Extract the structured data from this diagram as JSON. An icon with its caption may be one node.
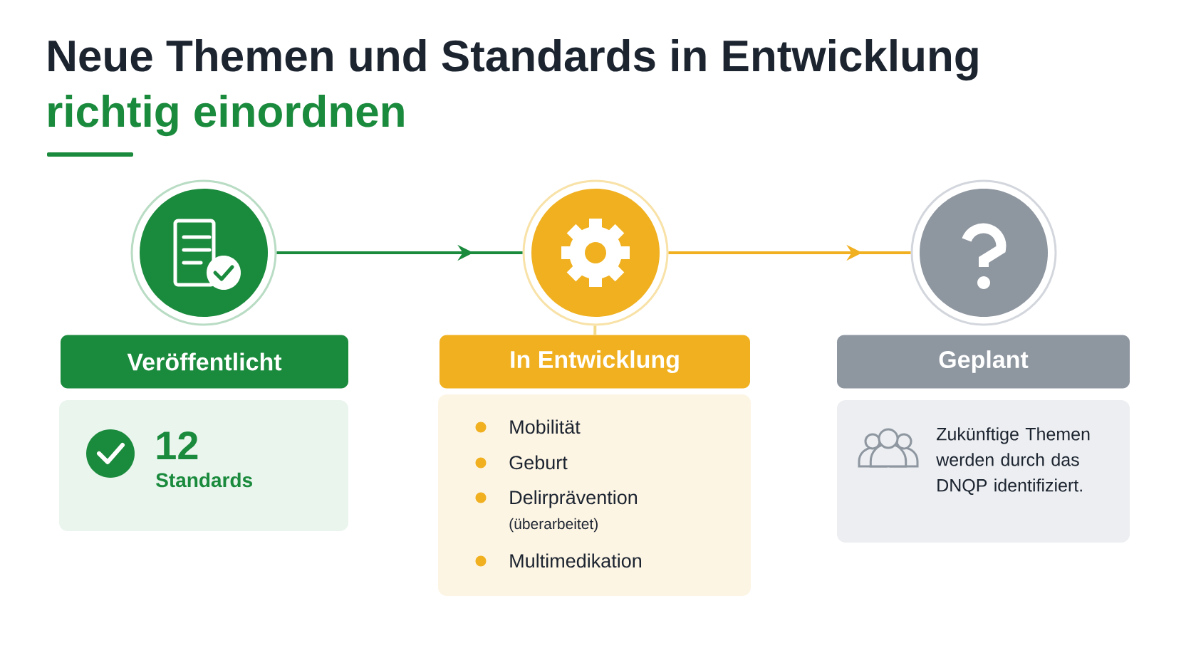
{
  "diagram": {
    "title": "Neue Themen und Standards in Entwicklung",
    "labels": [
      "richtig einordnen"
    ],
    "nodes": [
      {
        "text": [],
        "shape": "circle"
      },
      {
        "text": [],
        "shape": "circle"
      },
      {
        "text": [],
        "shape": "circle"
      },
      {
        "text": [
          "Veröffentlicht"
        ]
      },
      {
        "text": [
          "12",
          "Standards"
        ]
      },
      {
        "text": [
          "In Entwicklung"
        ]
      },
      {
        "text": [
          "Mobilität",
          "Geburt",
          "Delirprävention",
          "(überarbeitet)",
          "Multimedikation"
        ]
      },
      {
        "text": [
          "Geplant"
        ]
      },
      {
        "text": [
          "Zukünftige Themen werden durch das DNQP identifiziert."
        ]
      }
    ],
    "edges": [
      {
        "from": 0,
        "to": 1,
        "arrow": "to",
        "color": "#1a8a3c"
      },
      {
        "from": 1,
        "to": 2,
        "arrow": "to",
        "color": "#f0b020"
      },
      {
        "from": 1,
        "to": 5,
        "arrow": "none",
        "color": "#f3d98a"
      }
    ]
  }
}
